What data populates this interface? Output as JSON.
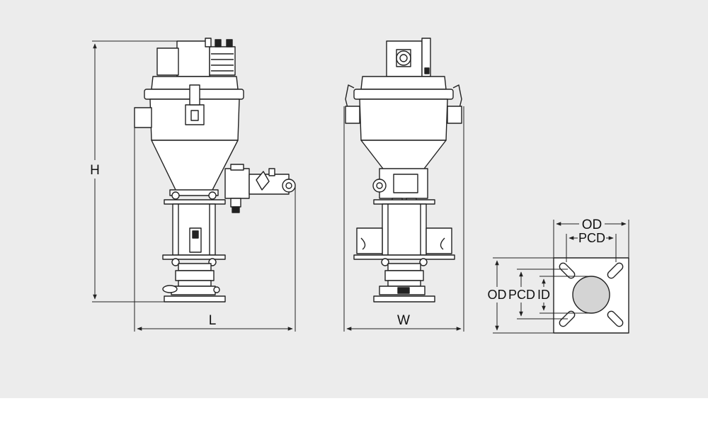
{
  "labels": {
    "height": "H",
    "length": "L",
    "width": "W",
    "flange_outer_top": "OD",
    "flange_pcd_top": "PCD",
    "flange_outer_left": "OD",
    "flange_pcd_left": "PCD",
    "flange_inner": "ID"
  },
  "colors": {
    "background": "#ececec",
    "line": "#222222",
    "body_fill": "#ffffff",
    "inner_circle": "#d4d4d4"
  }
}
